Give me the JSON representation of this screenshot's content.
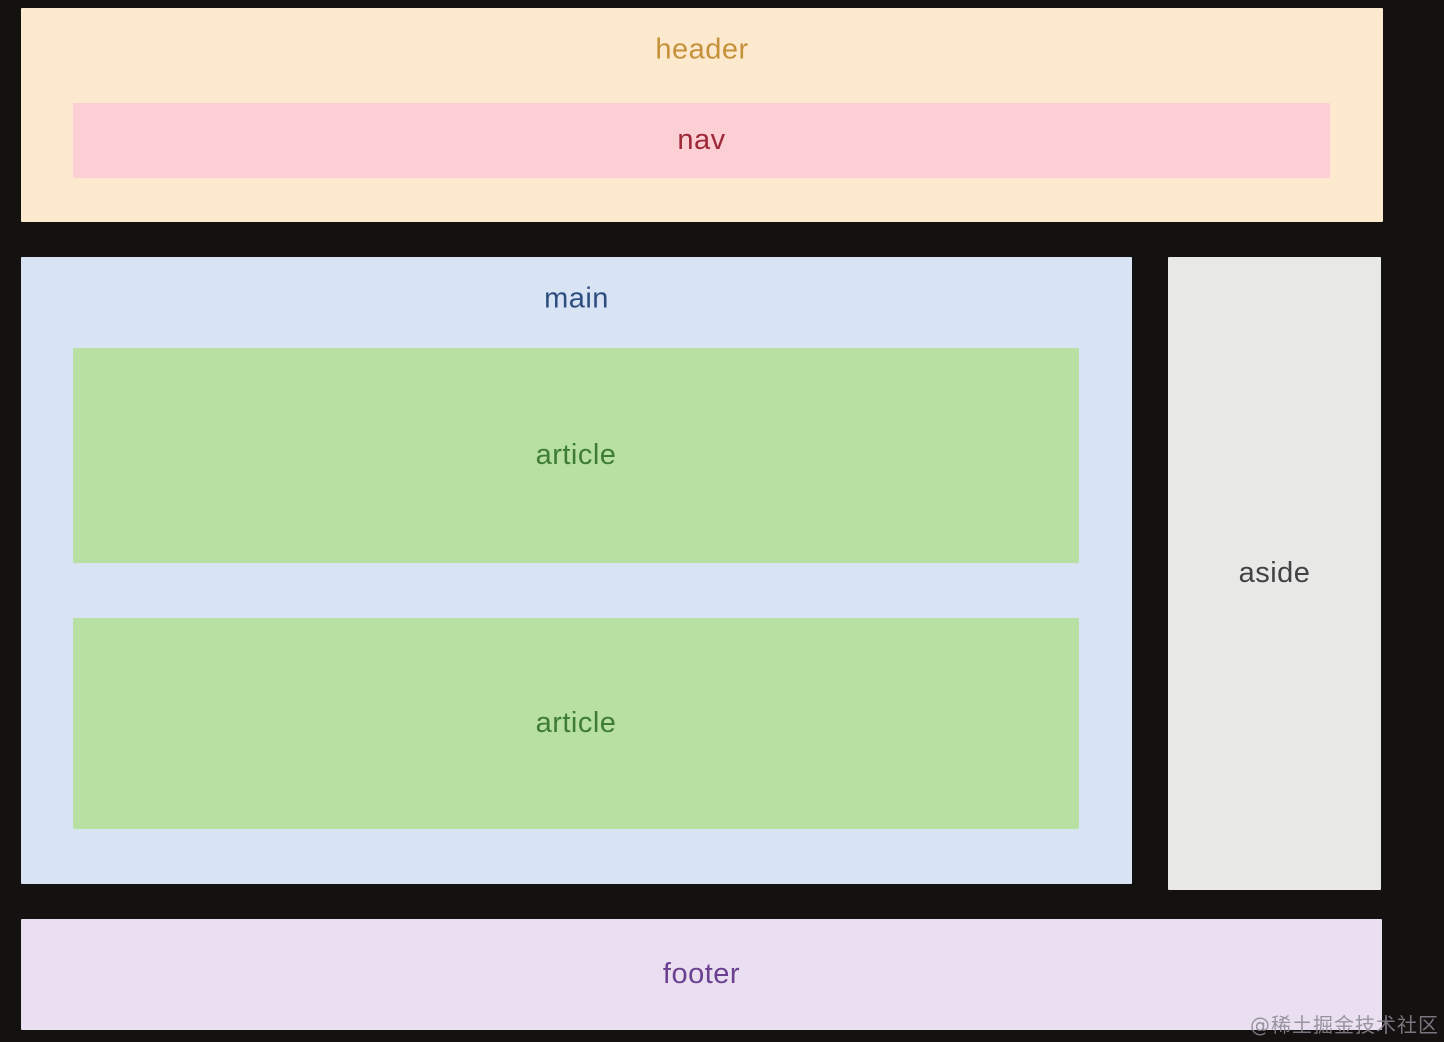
{
  "diagram": {
    "title_semantics": "html5-semantic-layout",
    "background_color": "#141111",
    "header": {
      "label": "header",
      "bg": "#fde9cd",
      "text_color": "#c5913a"
    },
    "nav": {
      "label": "nav",
      "bg": "#fccfd5",
      "text_color": "#9e2838"
    },
    "main": {
      "label": "main",
      "bg": "#d8e3f4",
      "text_color": "#2d4d7e"
    },
    "articles": [
      {
        "label": "article"
      },
      {
        "label": "article"
      }
    ],
    "article_style": {
      "bg": "#b7e0a2",
      "text_color": "#3f7d35"
    },
    "aside": {
      "label": "aside",
      "bg": "#e8e8e6",
      "text_color": "#424244"
    },
    "footer": {
      "label": "footer",
      "bg": "#e9dff0",
      "text_color": "#6c4090"
    }
  },
  "watermark": {
    "text": "@稀土掘金技术社区",
    "color": "#8a8791"
  }
}
